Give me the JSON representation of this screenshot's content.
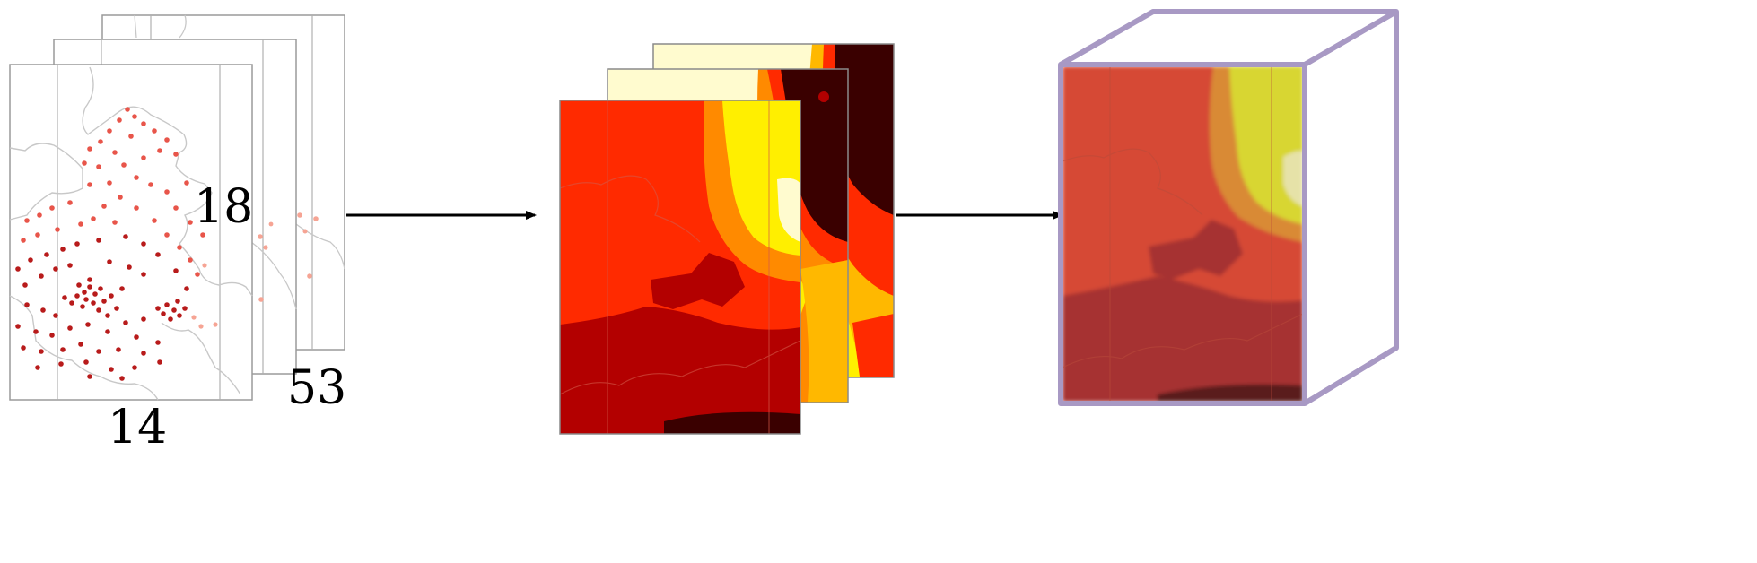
{
  "diagram": {
    "dimension_labels": {
      "width": "14",
      "height": "18",
      "depth": "53"
    },
    "colors": {
      "frame_stroke": "#9a9a9a",
      "grid_line": "#b0b0b0",
      "border_line": "#c8c8c8",
      "arrow": "#000000",
      "cube_edge": "#a899c4",
      "station_dark": "#b81b1b",
      "station_mid": "#dd3a2e",
      "station_light": "#f6a494",
      "heat_deep": "#b30000",
      "heat_red": "#ff2a00",
      "heat_orange": "#ff8a00",
      "heat_amber": "#ffb800",
      "heat_yellow": "#ffef00",
      "heat_pale": "#fffbcf",
      "heat_black": "#3a0000",
      "tensor_base": "#d64a35",
      "tensor_dark": "#a63030",
      "tensor_yellow": "#d8d631",
      "tensor_orange": "#d98a34"
    },
    "stages": [
      {
        "id": "station-maps",
        "icon": "scatter-map-stack-icon"
      },
      {
        "id": "interpolated-maps",
        "icon": "heatmap-stack-icon"
      },
      {
        "id": "tensor",
        "icon": "cube-icon"
      }
    ]
  }
}
